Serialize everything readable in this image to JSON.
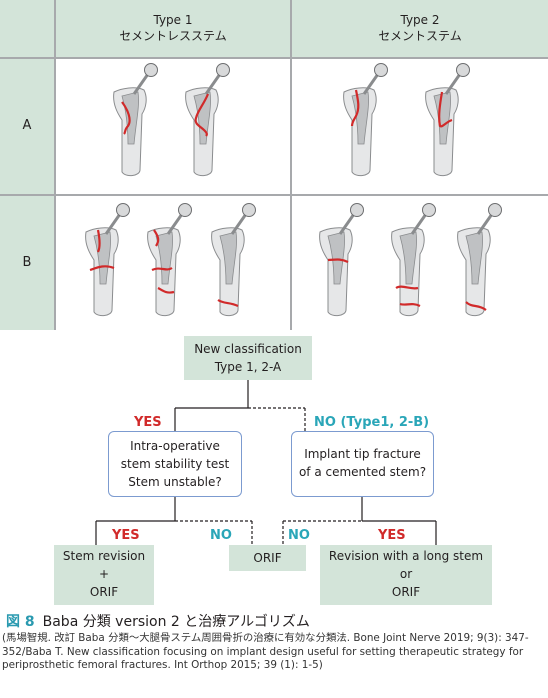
{
  "table": {
    "columns": [
      {
        "title": "Type 1",
        "subtitle": "セメントレスステム"
      },
      {
        "title": "Type 2",
        "subtitle": "セメントステム"
      }
    ],
    "rows": [
      "A",
      "B"
    ]
  },
  "flowchart": {
    "root": {
      "line1": "New classification",
      "line2": "Type 1, 2-A"
    },
    "left_branch_label": "YES",
    "right_branch_label": "NO (Type1, 2-B)",
    "left_question": {
      "line1": "Intra-operative",
      "line2": "stem stability test",
      "line3": "Stem unstable?"
    },
    "right_question": {
      "line1": "Implant tip fracture",
      "line2": "of a cemented stem?"
    },
    "left_yes": "YES",
    "left_no": "NO",
    "right_no": "NO",
    "right_yes": "YES",
    "outcome_left": {
      "line1": "Stem revision",
      "line2": "+",
      "line3": "ORIF"
    },
    "outcome_middle": "ORIF",
    "outcome_right": {
      "line1": "Revision with a long stem",
      "line2": "or",
      "line3": "ORIF"
    }
  },
  "caption": {
    "figure_number": "図 8",
    "title": "Baba 分類 version 2 と治療アルゴリズム",
    "body": "(馬場智規. 改訂 Baba 分類〜大腿骨ステム周囲骨折の治療に有効な分類法. Bone Joint Nerve 2019; 9(3): 347-352/Baba T. New classification focusing on implant design useful for setting therapeutic strategy for periprosthetic femoral fractures. Int Orthop 2015; 39 (1): 1-5)"
  },
  "colors": {
    "header_green": "#d3e4d9",
    "grid_gray": "#a7a9ac",
    "fracture_red": "#d12a2a",
    "no_cyan": "#2aa6b8",
    "box_blue": "#7c9bd0"
  }
}
